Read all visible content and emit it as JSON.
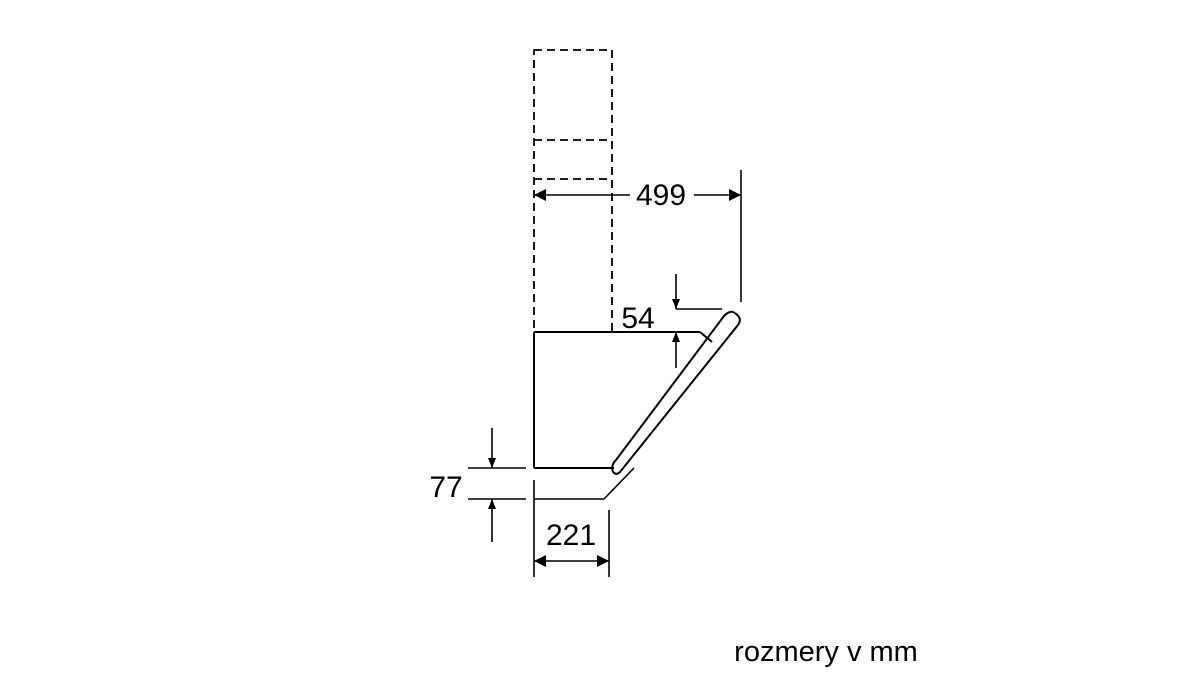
{
  "dimensions": {
    "width": "499",
    "glass_offset": "54",
    "bottom_height": "77",
    "depth": "221"
  },
  "note": "rozmery v mm"
}
